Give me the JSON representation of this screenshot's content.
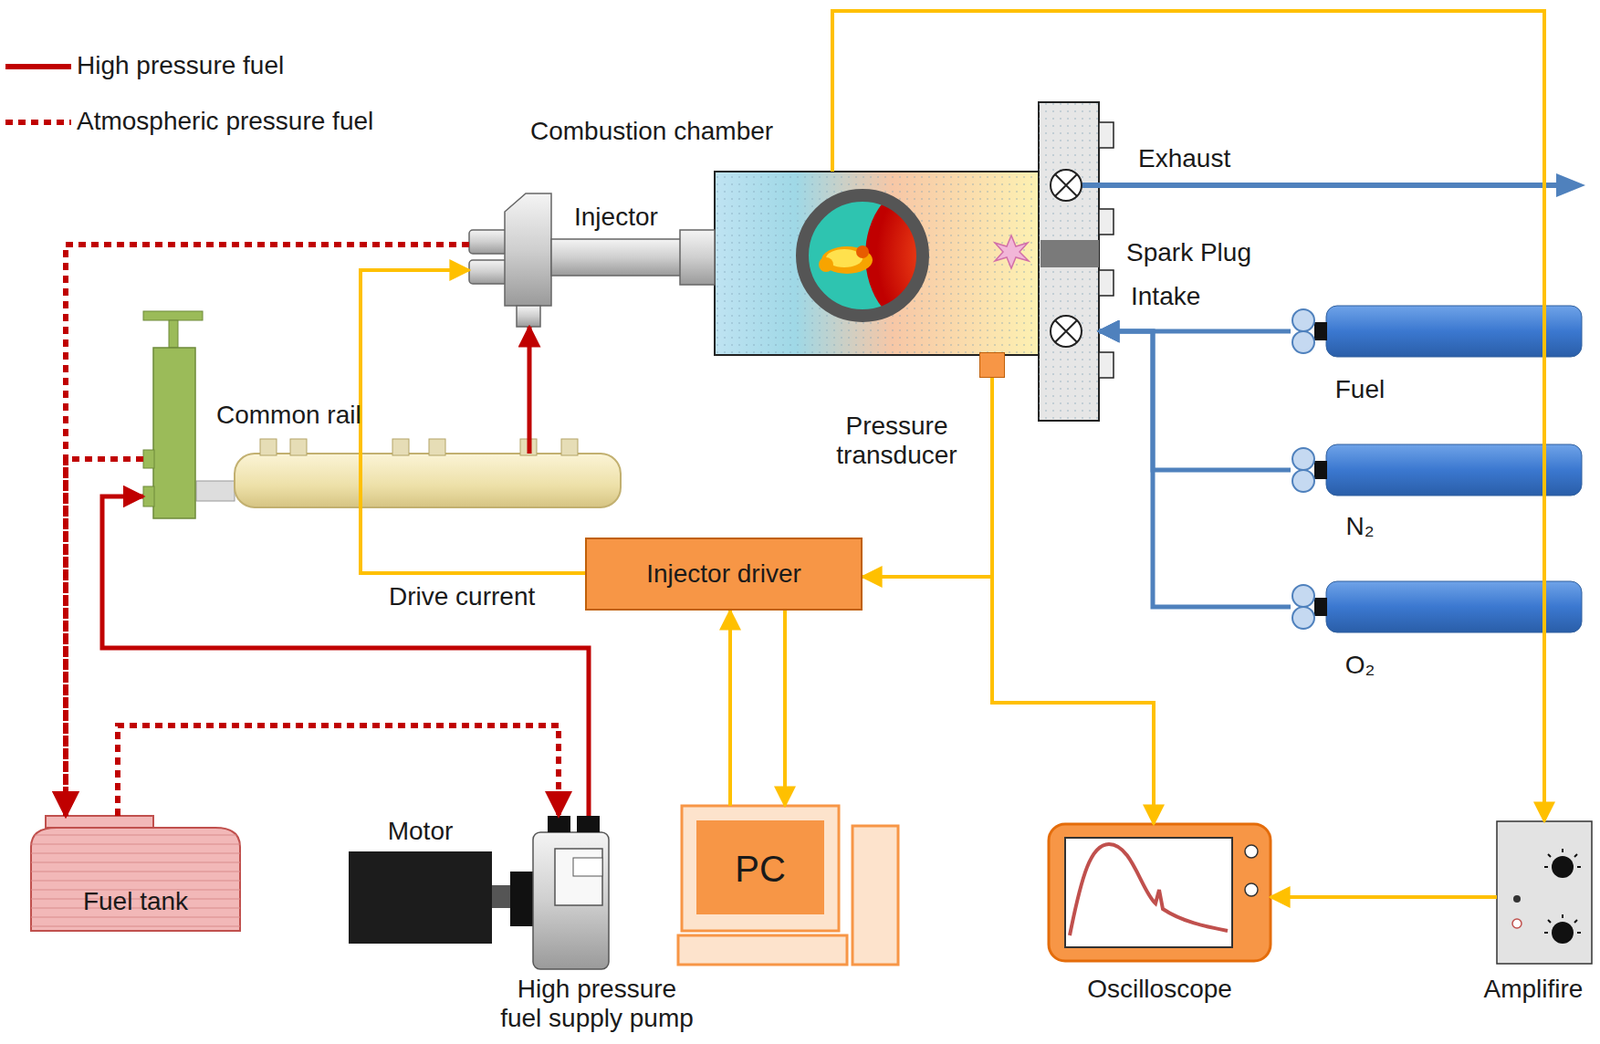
{
  "diagram": {
    "nodes": [
      {
        "text": [
          "Combustion chamber"
        ]
      },
      {
        "text": [
          "Injector"
        ]
      },
      {
        "text": [
          "Common rail"
        ]
      },
      {
        "text": [
          "Injector driver"
        ]
      },
      {
        "text": [
          "PC"
        ]
      },
      {
        "text": [
          "Pressure transducer"
        ]
      },
      {
        "text": [
          "Fuel tank"
        ]
      },
      {
        "text": [
          "Motor"
        ]
      },
      {
        "text": [
          "High pressure fuel supply pump"
        ]
      },
      {
        "text": [
          "Oscilloscope"
        ]
      },
      {
        "text": [
          "Amplifire"
        ]
      },
      {
        "text": [
          "Fuel"
        ]
      },
      {
        "text": [
          "N₂"
        ]
      },
      {
        "text": [
          "O₂"
        ]
      }
    ],
    "edges": [
      {
        "from": 6,
        "to": 8,
        "arrow": "to"
      },
      {
        "from": 8,
        "to": 2,
        "arrow": "to"
      },
      {
        "from": 2,
        "to": 1,
        "arrow": "to"
      },
      {
        "from": 1,
        "to": 6,
        "arrow": "to"
      },
      {
        "from": 2,
        "to": 6,
        "arrow": "to"
      },
      {
        "from": 3,
        "to": 1,
        "label": "Drive current",
        "arrow": "to"
      },
      {
        "from": 4,
        "to": 3,
        "arrow": "to"
      },
      {
        "from": 3,
        "to": 4,
        "arrow": "to"
      },
      {
        "from": 5,
        "to": 3,
        "arrow": "to"
      },
      {
        "from": 5,
        "to": 9,
        "arrow": "to"
      },
      {
        "from": 0,
        "to": 10,
        "arrow": "to"
      },
      {
        "from": 10,
        "to": 9,
        "arrow": "to"
      },
      {
        "from": 11,
        "to": 0,
        "arrow": "to"
      },
      {
        "from": 12,
        "to": 0,
        "arrow": "to"
      },
      {
        "from": 13,
        "to": 0,
        "arrow": "to"
      }
    ],
    "labels": [
      "Exhaust",
      "Spark Plug",
      "Intake"
    ],
    "legend": [
      {
        "text": "High pressure fuel"
      },
      {
        "text": "Atmospheric pressure fuel"
      }
    ]
  }
}
